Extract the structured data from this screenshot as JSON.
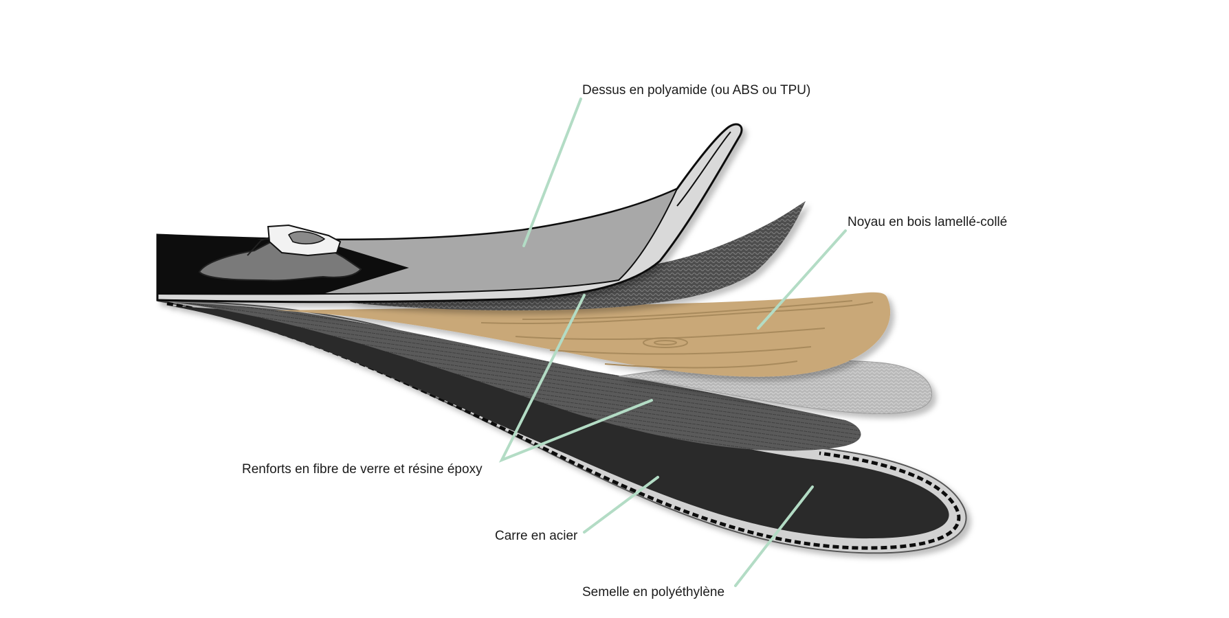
{
  "labels": {
    "topsheet": "Dessus en polyamide (ou ABS ou TPU)",
    "core": "Noyau en bois lamellé-collé",
    "reinforcement": "Renforts en fibre de verre et résine époxy",
    "edge": "Carre en acier",
    "base": "Semelle en polyéthylène"
  },
  "colors": {
    "leader_line": "#b3dcc5",
    "topsheet": "#a8a8a8",
    "binding_body": "#0a0a0a",
    "core_wood": "#c9a878",
    "wood_grain": "#a88a5c",
    "fiber_dark": "#555555",
    "fiber_light": "#bdbdbd",
    "base": "#2b2b2b",
    "edge": "#d2d2d2",
    "lower_layer": "#585858"
  },
  "icons": [
    "ski-binding-icon"
  ]
}
